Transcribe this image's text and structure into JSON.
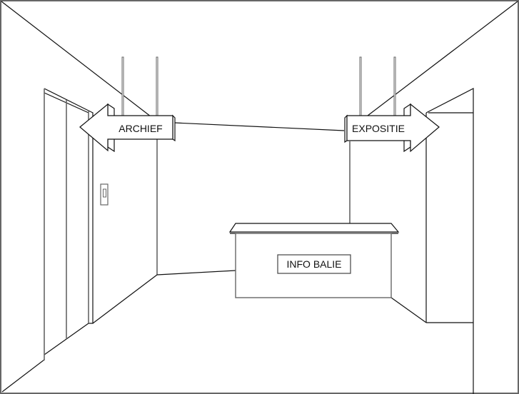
{
  "signs": {
    "left_arrow": "ARCHIEF",
    "right_arrow": "EXPOSITIE",
    "desk": "INFO BALIE"
  }
}
